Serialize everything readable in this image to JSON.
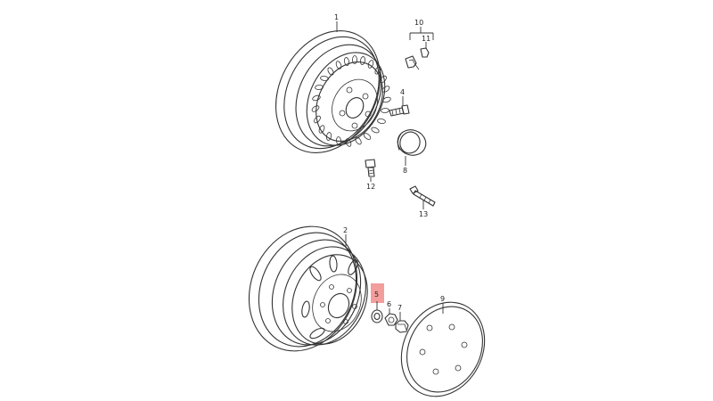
{
  "colors": {
    "line": "#333333",
    "highlight": "#f28c8c",
    "background": "#ffffff"
  },
  "callouts": {
    "c1": "1",
    "c2": "2",
    "c4": "4",
    "c5": "5",
    "c6": "6",
    "c7": "7",
    "c8": "8",
    "c9": "9",
    "c10": "10",
    "c11": "11",
    "c12": "12",
    "c13": "13"
  },
  "highlighted_callout": "5"
}
